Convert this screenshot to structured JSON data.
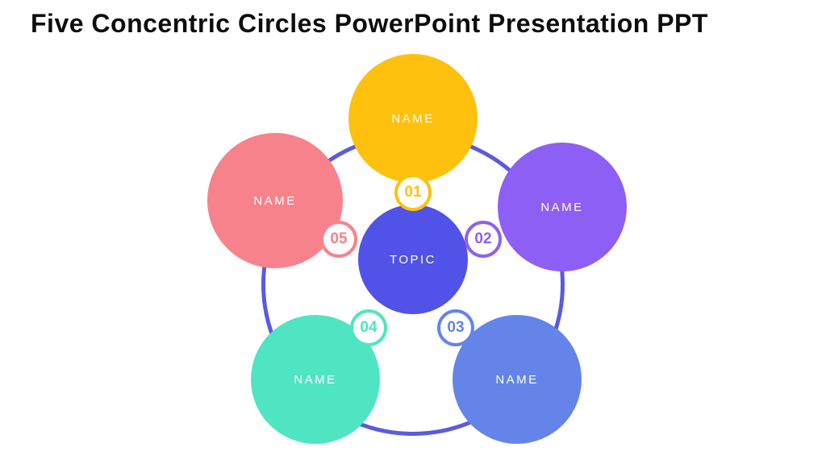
{
  "title": "Five Concentric Circles PowerPoint Presentation PPT",
  "diagram": {
    "ring_color": "#5a5ae0",
    "center": {
      "label": "TOPIC",
      "color": "#5152e8"
    },
    "items": [
      {
        "label": "NAME",
        "number": "01",
        "color": "#ffc10e"
      },
      {
        "label": "NAME",
        "number": "02",
        "color": "#8e5ff5"
      },
      {
        "label": "NAME",
        "number": "03",
        "color": "#6584ea"
      },
      {
        "label": "NAME",
        "number": "04",
        "color": "#4fe5c2"
      },
      {
        "label": "NAME",
        "number": "05",
        "color": "#f8828b"
      }
    ]
  }
}
